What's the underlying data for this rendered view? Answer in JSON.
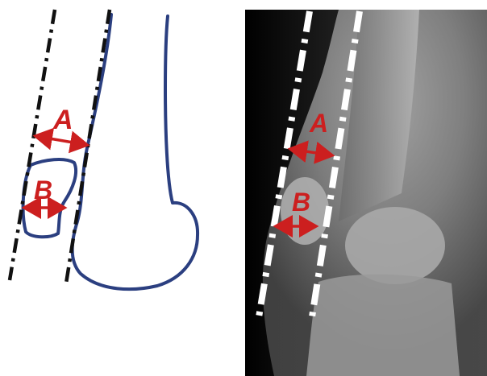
{
  "colors": {
    "outline": "#2b3f80",
    "measure": "#cc1f1f",
    "axis_left": "#111111",
    "axis_right": "#ffffff"
  },
  "sketch_panel": {
    "label_a": "A",
    "label_b": "B"
  },
  "radiograph_panel": {
    "label_a": "A",
    "label_b": "B"
  }
}
